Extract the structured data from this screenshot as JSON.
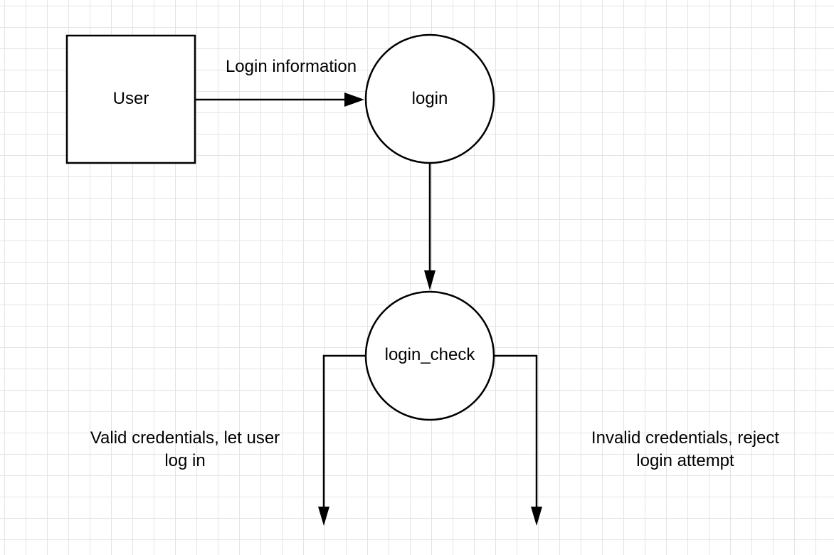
{
  "diagram": {
    "nodes": {
      "user": {
        "label": "User",
        "shape": "rectangle"
      },
      "login": {
        "label": "login",
        "shape": "circle"
      },
      "login_check": {
        "label": "login_check",
        "shape": "circle"
      }
    },
    "edges": {
      "user_to_login": {
        "from": "user",
        "to": "login",
        "label": "Login information"
      },
      "login_to_check": {
        "from": "login",
        "to": "login_check",
        "label": ""
      },
      "check_valid": {
        "from": "login_check",
        "to": "",
        "label_line1": "Valid credentials, let user",
        "label_line2": "log in"
      },
      "check_invalid": {
        "from": "login_check",
        "to": "",
        "label_line1": "Invalid credentials, reject",
        "label_line2": "login attempt"
      }
    }
  },
  "colors": {
    "stroke": "#000000",
    "background": "#ffffff",
    "grid": "#e4e4e4"
  }
}
